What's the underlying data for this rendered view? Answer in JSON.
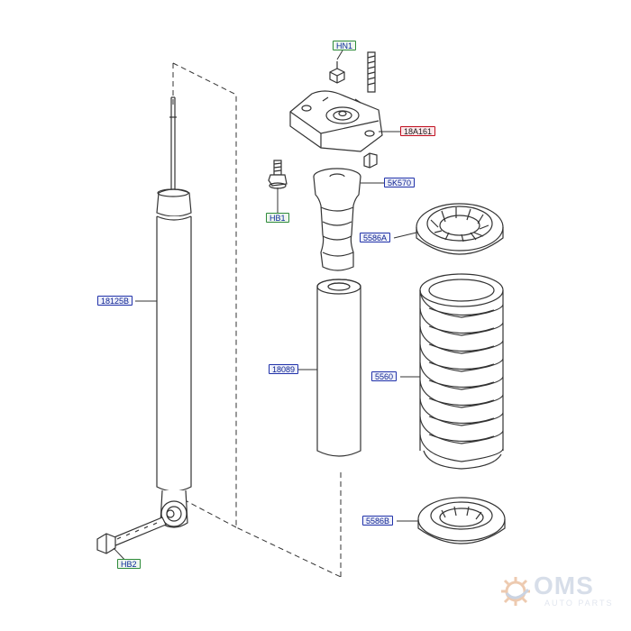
{
  "callouts": {
    "hn1": "HN1",
    "a18a161": "18A161",
    "k5k570": "5K570",
    "hb1": "HB1",
    "a5586a": "5586A",
    "a18125b": "18125B",
    "a18089": "18089",
    "a5560": "5560",
    "a5586b": "5586B",
    "hb2": "HB2"
  },
  "watermark": {
    "title": "OMS",
    "subtitle": "AUTO PARTS"
  },
  "colors": {
    "line": "#333333",
    "callout_green": "#2e8b3a",
    "callout_blue": "#2233aa",
    "callout_red": "#c01020",
    "watermark": "#b8c4d8"
  }
}
